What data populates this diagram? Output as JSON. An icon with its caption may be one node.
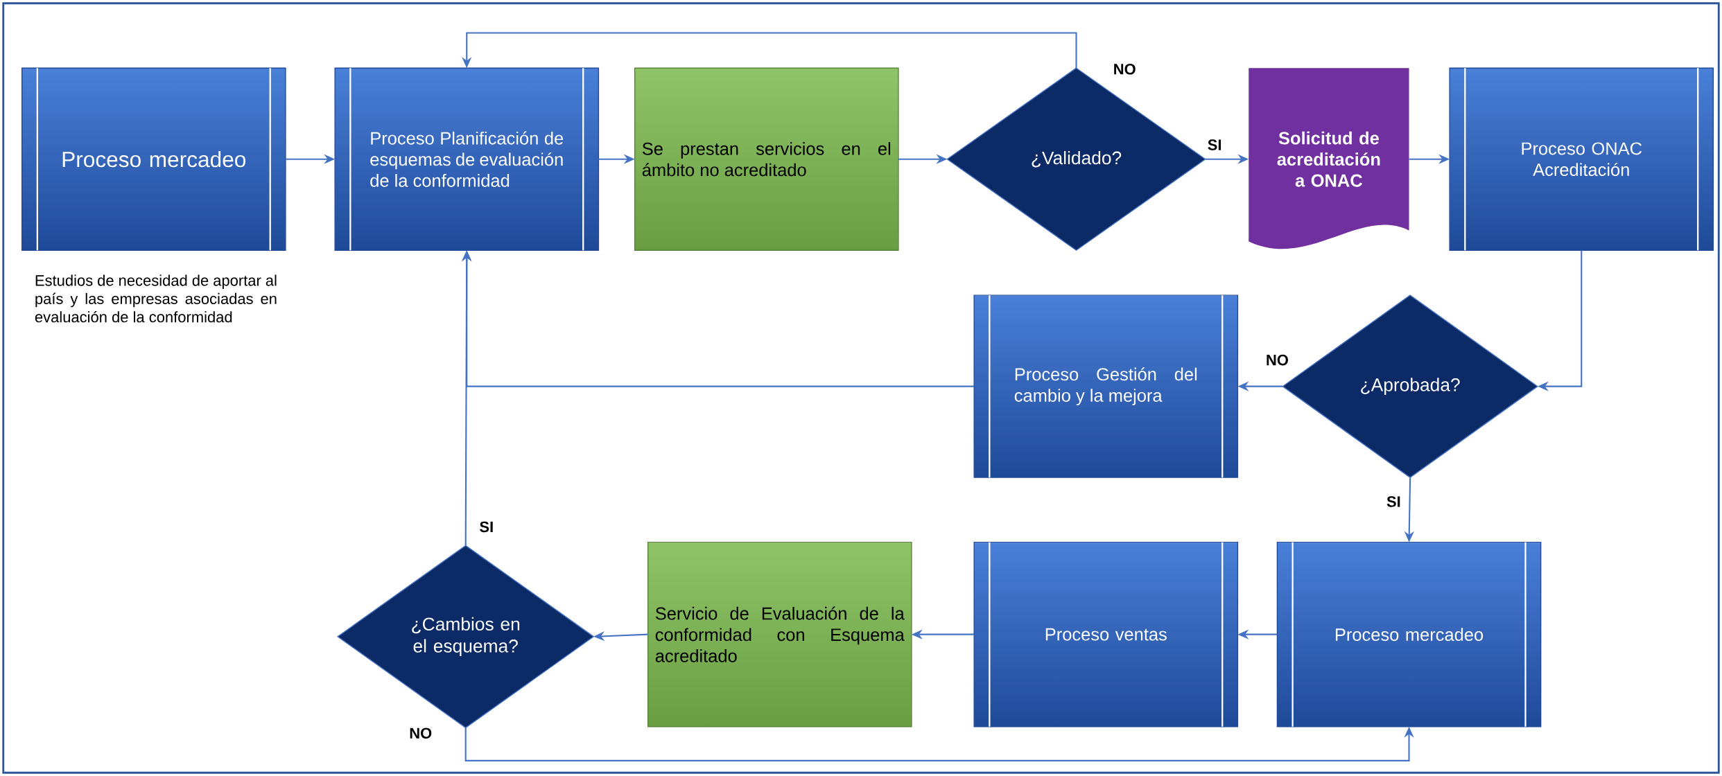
{
  "diagram": {
    "nodes": [
      {
        "text": [
          "Proceso mercadeo"
        ],
        "beside": [
          "Estudios de necesidad de aportar al país y las empresas asociadas en evaluación de la conformidad"
        ]
      },
      {
        "text": [
          "Proceso Planificación de esquemas de evaluación de la conformidad"
        ]
      },
      {
        "text": [
          "Se prestan servicios en el ámbito no acreditado"
        ]
      },
      {
        "text": [
          "¿Validado?"
        ]
      },
      {
        "text": [
          "Solicitud de acreditación a ONAC"
        ]
      },
      {
        "text": [
          "Proceso ONAC Acreditación"
        ]
      },
      {
        "text": [
          "Proceso Gestión del cambio y la mejora"
        ]
      },
      {
        "text": [
          "¿Aprobada?"
        ]
      },
      {
        "text": [
          "Proceso mercadeo"
        ]
      },
      {
        "text": [
          "Proceso ventas"
        ]
      },
      {
        "text": [
          "Servicio de Evaluación de la conformidad con Esquema acreditado"
        ]
      },
      {
        "text": [
          "¿Cambios en el esquema?"
        ]
      }
    ],
    "edges": [
      {
        "from": 0,
        "to": 1,
        "arrow": "to"
      },
      {
        "from": 1,
        "to": 2,
        "arrow": "to"
      },
      {
        "from": 2,
        "to": 3,
        "arrow": "to"
      },
      {
        "from": 3,
        "to": 4,
        "arrow": "to",
        "label": "SI"
      },
      {
        "from": 3,
        "to": 1,
        "arrow": "to",
        "label": "NO"
      },
      {
        "from": 4,
        "to": 5,
        "arrow": "to"
      },
      {
        "from": 5,
        "to": 7,
        "arrow": "to"
      },
      {
        "from": 7,
        "to": 6,
        "arrow": "to",
        "label": "NO"
      },
      {
        "from": 6,
        "to": 1,
        "arrow": "to"
      },
      {
        "from": 7,
        "to": 8,
        "arrow": "to",
        "label": "SI"
      },
      {
        "from": 8,
        "to": 9,
        "arrow": "to"
      },
      {
        "from": 9,
        "to": 10,
        "arrow": "to"
      },
      {
        "from": 10,
        "to": 11,
        "arrow": "to"
      },
      {
        "from": 11,
        "to": 1,
        "arrow": "to",
        "label": "SI"
      },
      {
        "from": 11,
        "to": 8,
        "arrow": "to",
        "label": "NO"
      }
    ]
  }
}
